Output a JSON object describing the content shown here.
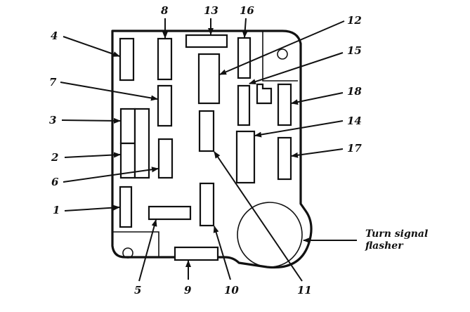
{
  "diagram": {
    "title": "Fuse panel layout",
    "colors": {
      "ink": "#111111",
      "background": "#ffffff"
    },
    "fuse_labels": {
      "f1": "1",
      "f2": "2",
      "f3": "3",
      "f4": "4",
      "f5": "5",
      "f6": "6",
      "f7": "7",
      "f8": "8",
      "f9": "9",
      "f10": "10",
      "f11": "11",
      "f12": "12",
      "f13": "13",
      "f14": "14",
      "f15": "15",
      "f16": "16",
      "f17": "17",
      "f18": "18"
    },
    "flasher": {
      "label_line1": "Turn signal",
      "label_line2": "flasher"
    }
  }
}
